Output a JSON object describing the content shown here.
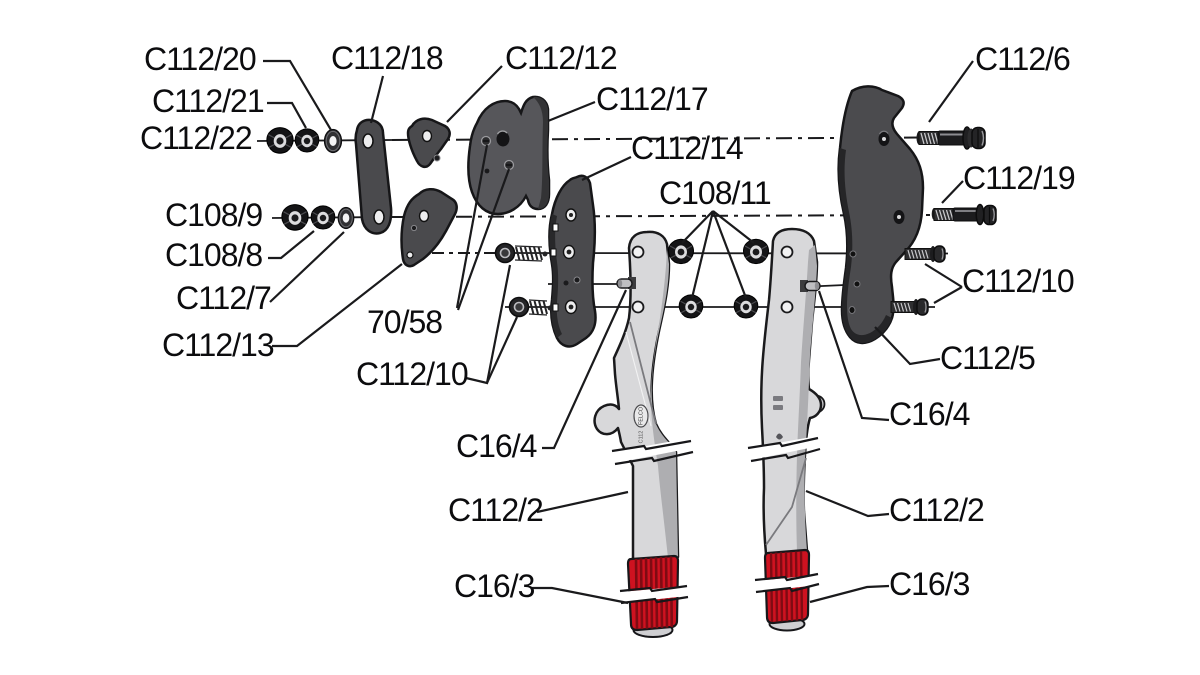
{
  "diagram": {
    "labels": {
      "c112_20": "C112/20",
      "c112_21": "C112/21",
      "c112_22": "C112/22",
      "c108_9": "C108/9",
      "c108_8": "C108/8",
      "c112_7": "C112/7",
      "c112_13": "C112/13",
      "p70_58": "70/58",
      "c112_10_left": "C112/10",
      "c16_4_left": "C16/4",
      "c112_2_left": "C112/2",
      "c16_3_left": "C16/3",
      "c112_18": "C112/18",
      "c112_12": "C112/12",
      "c112_17": "C112/17",
      "c112_14": "C112/14",
      "c108_11": "C108/11",
      "c112_6": "C112/6",
      "c112_19": "C112/19",
      "c112_10_right": "C112/10",
      "c112_5": "C112/5",
      "c16_4_right": "C16/4",
      "c112_2_right": "C112/2",
      "c16_3_right": "C16/3"
    },
    "handle_markings": {
      "brand": "FELCO",
      "model": "C112"
    },
    "colors": {
      "background": "#ffffff",
      "line": "#1a1a1c",
      "label_text": "#0c0c0e",
      "part_dark_gray": "#4b4b4e",
      "part_outline": "#161618",
      "handle_light_gray": "#d8d8da",
      "handle_shadow_gray": "#aeaeb1",
      "grip_red": "#ce1220",
      "grip_rib_dark_red": "#7f0b13"
    }
  }
}
